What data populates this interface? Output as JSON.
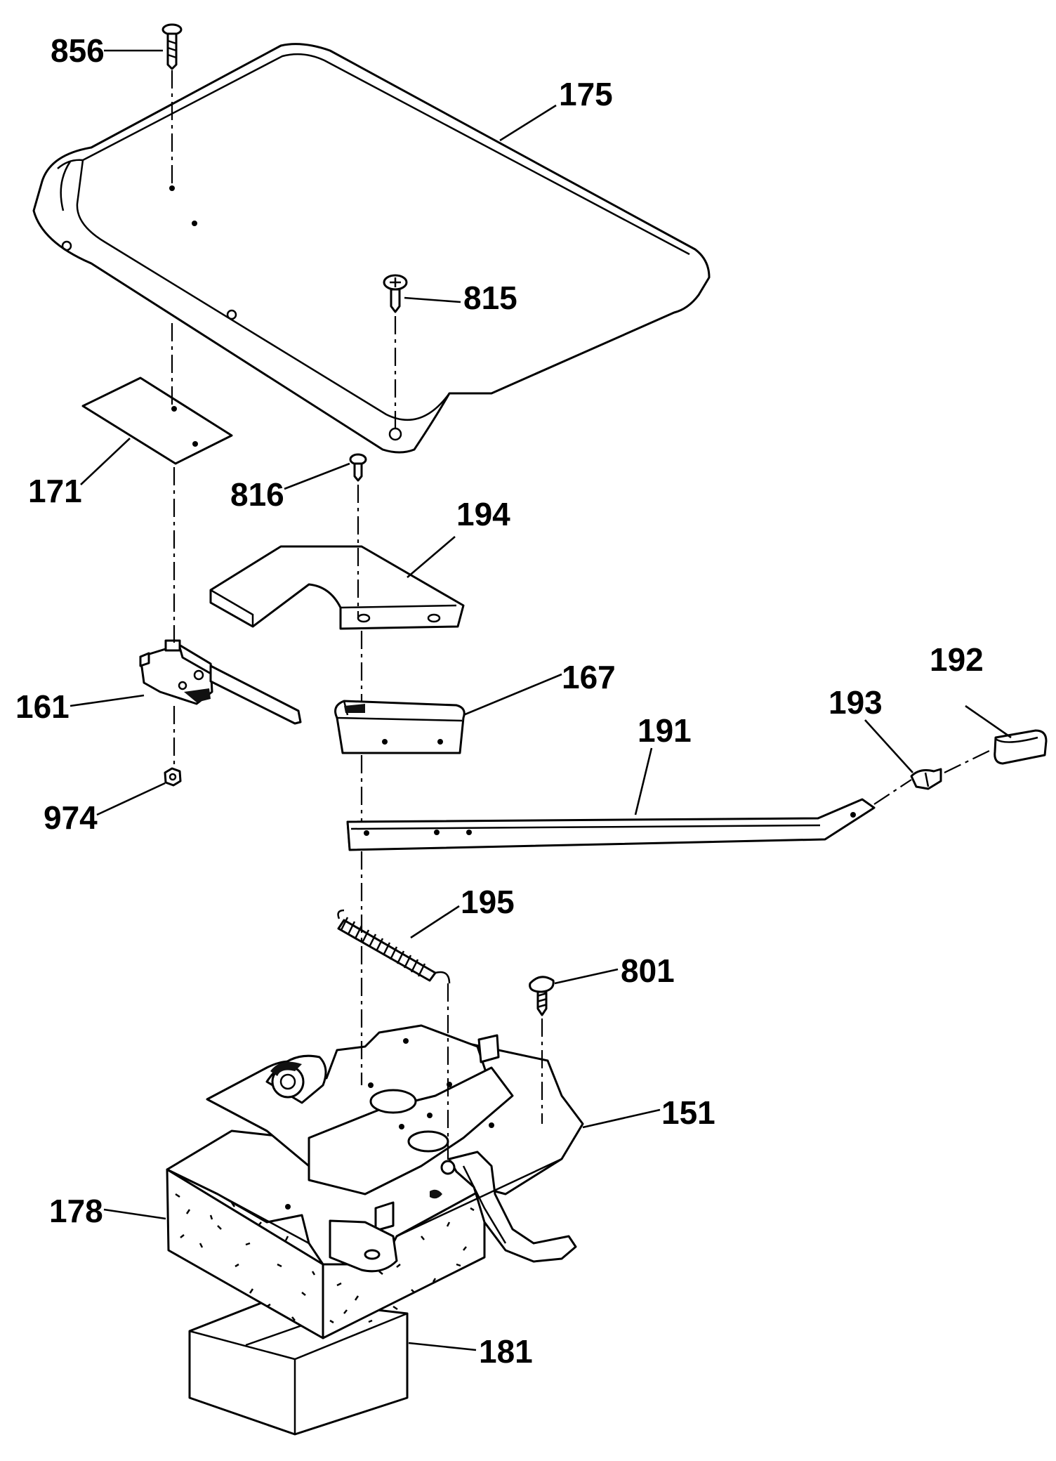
{
  "labels": {
    "p856": "856",
    "p175": "175",
    "p815": "815",
    "p171": "171",
    "p816": "816",
    "p194": "194",
    "p161": "161",
    "p167": "167",
    "p192": "192",
    "p193": "193",
    "p191": "191",
    "p974": "974",
    "p195": "195",
    "p801": "801",
    "p151": "151",
    "p178": "178",
    "p181": "181"
  }
}
